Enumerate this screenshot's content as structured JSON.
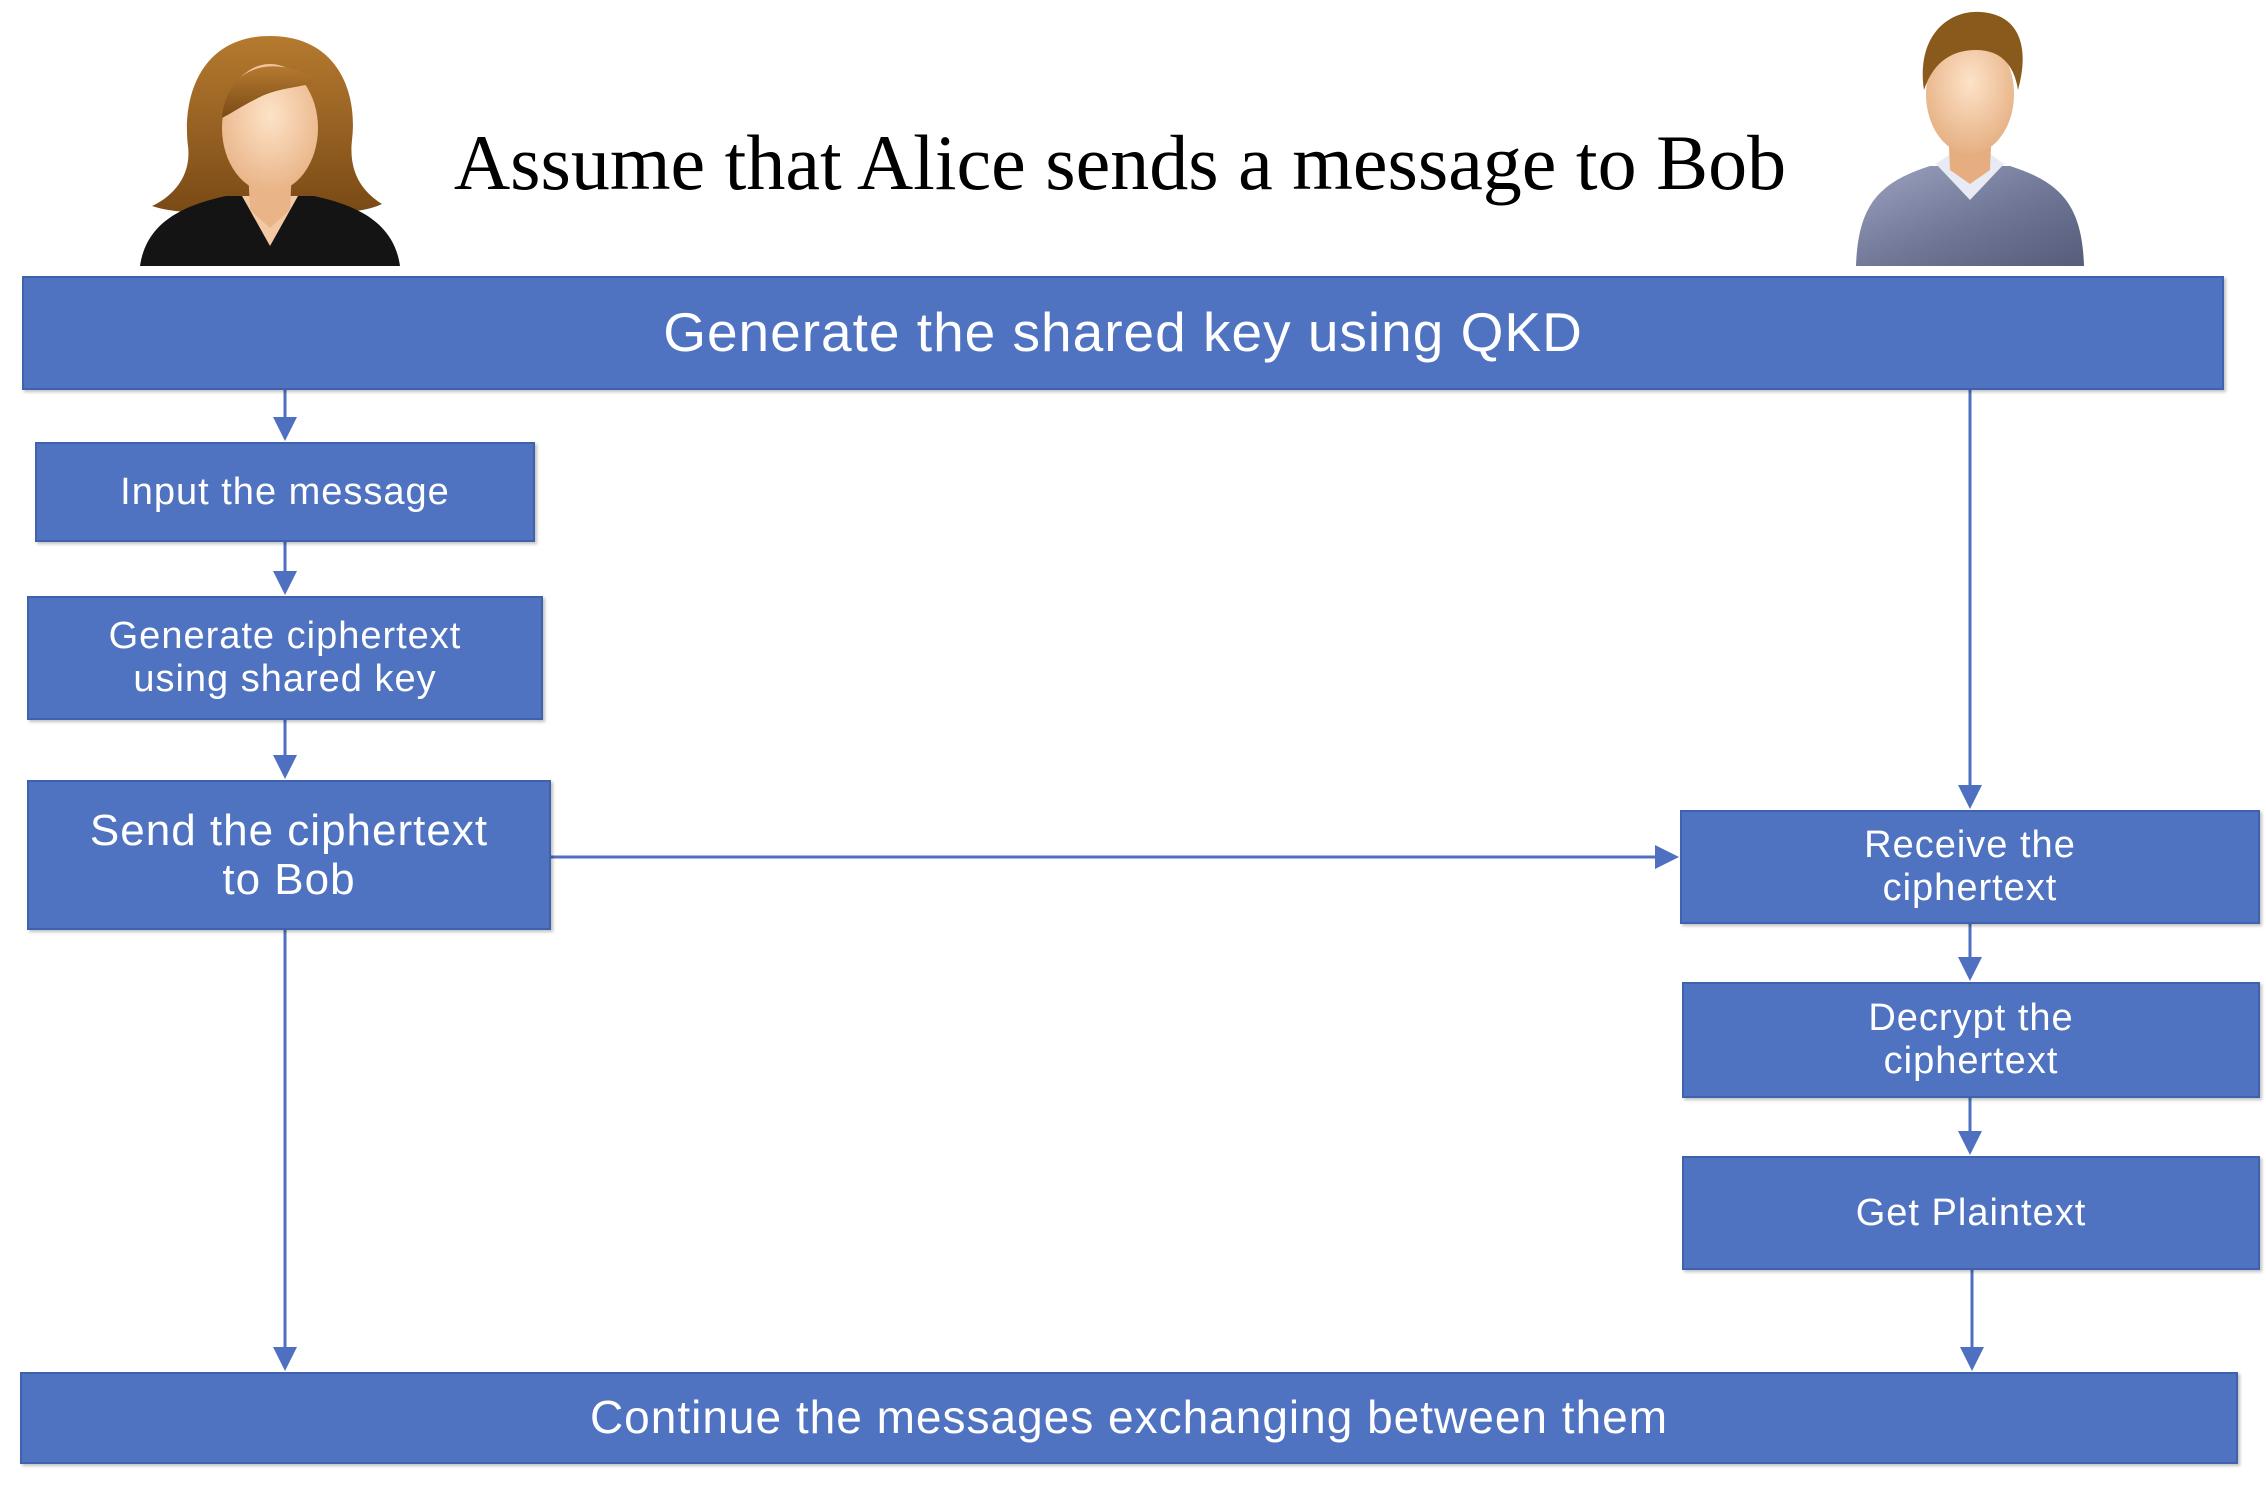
{
  "title": "Assume that Alice sends a message to Bob",
  "colors": {
    "box_fill": "#5073c1",
    "box_border": "#3f62ad",
    "box_text": "#ffffff",
    "connector": "#4f70c0"
  },
  "actors": {
    "left": {
      "icon": "woman-avatar-icon"
    },
    "right": {
      "icon": "man-avatar-icon"
    }
  },
  "steps": {
    "shared_key": "Generate the shared key using QKD",
    "input": "Input the message",
    "generate": "Generate ciphertext\nusing shared key",
    "send": "Send the ciphertext\nto Bob",
    "receive": "Receive the\nciphertext",
    "decrypt": "Decrypt the\nciphertext",
    "plaintext": "Get Plaintext",
    "continue": "Continue the messages exchanging between them"
  }
}
